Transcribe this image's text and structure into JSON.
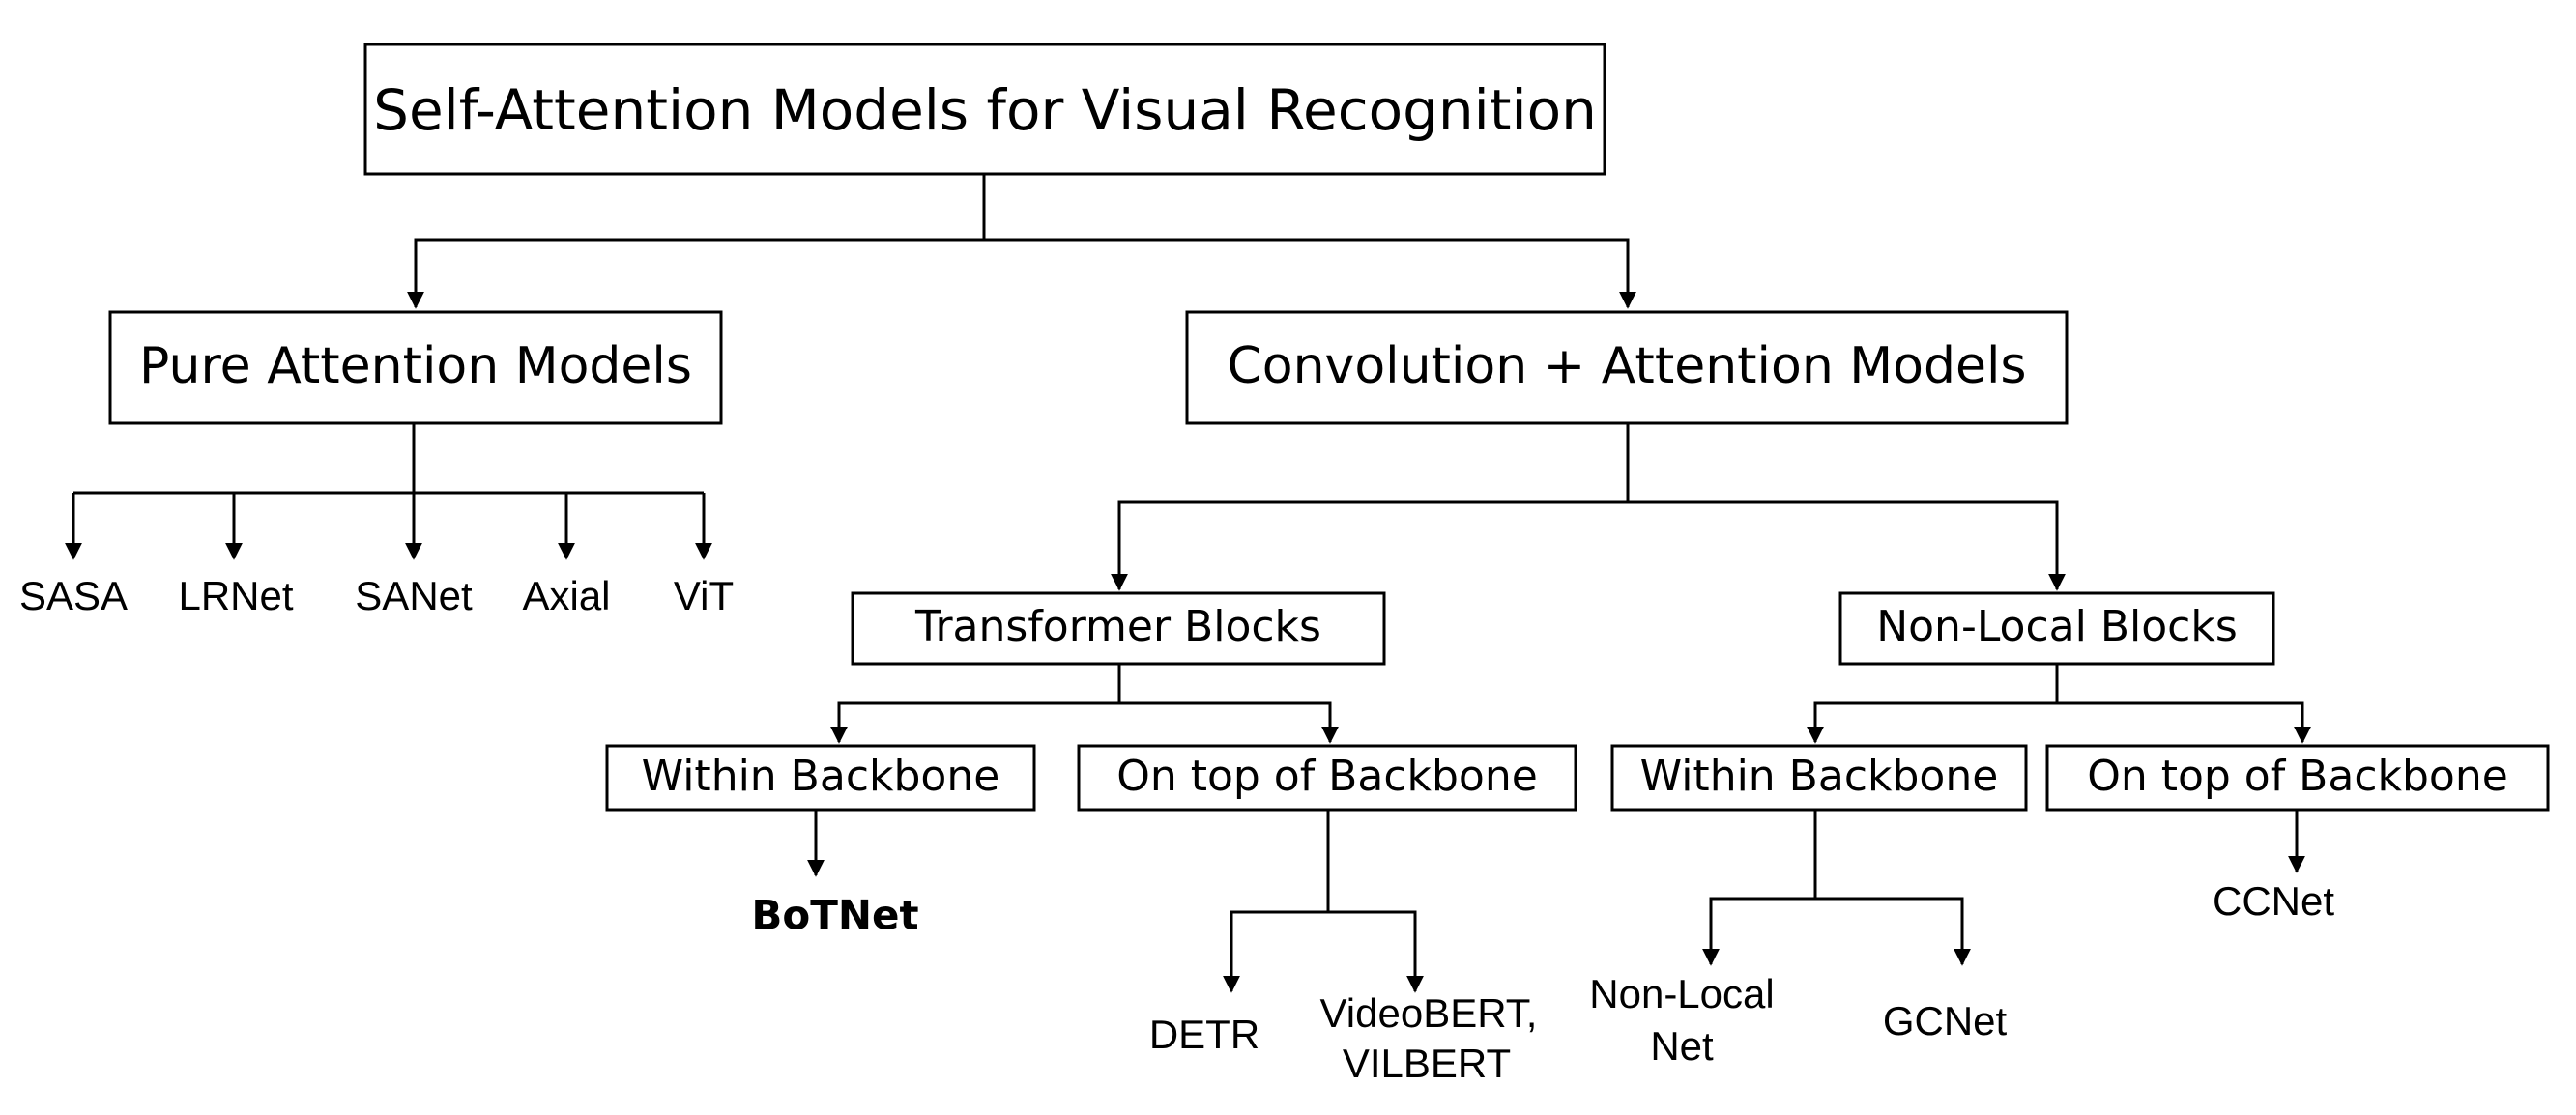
{
  "diagram": {
    "root": "Self-Attention Models for Visual Recognition",
    "pure": {
      "title": "Pure Attention Models",
      "leaves": [
        "SASA",
        "LRNet",
        "SANet",
        "Axial",
        "ViT"
      ]
    },
    "conv": {
      "title": "Convolution + Attention Models",
      "transformer": {
        "title": "Transformer Blocks",
        "within": {
          "title": "Within Backbone",
          "leaf": "BoTNet"
        },
        "on_top": {
          "title": "On top of Backbone",
          "leaves": [
            "DETR",
            "VideoBERT,",
            "VILBERT"
          ]
        }
      },
      "nonlocal": {
        "title": "Non-Local Blocks",
        "within": {
          "title": "Within Backbone",
          "leaves": [
            "Non-Local",
            "Net",
            "GCNet"
          ]
        },
        "on_top": {
          "title": "On top of Backbone",
          "leaf": "CCNet"
        }
      }
    }
  }
}
